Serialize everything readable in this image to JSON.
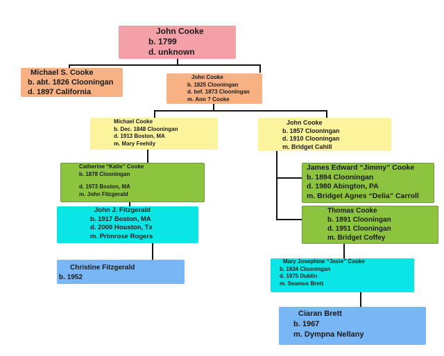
{
  "tree": {
    "john_cooke_1799": [
      "John Cooke",
      "b. 1799",
      "d. unknown"
    ],
    "michael_s_cooke": [
      "Michael S. Cooke",
      "b. abt. 1826 Clooningan",
      "d. 1897 California"
    ],
    "john_cooke_1825": [
      "John Cooke",
      "b. 1825 Clooningan",
      "d. bef. 1873 Clooningan",
      "m. Ann ? Cooke"
    ],
    "michael_cooke_1848": [
      "Michael Cooke",
      "b. Dec. 1848 Clooningan",
      "d. 1913 Boston, MA",
      "m. Mary Feehily"
    ],
    "john_cooke_1857": [
      "John Cooke",
      "b. 1857 Clooningan",
      "d. 1910 Clooningan",
      "m. Bridget Cahill"
    ],
    "catherine_cooke": [
      "Catherine “Katie” Cooke",
      "b. 1878 Clooningan",
      "d. 1973 Boston, MA",
      "m. John Fitzgerald"
    ],
    "james_edward_cooke": [
      "James Edward “Jimmy” Cooke",
      "b. 1894 Clooningan",
      "d. 1980 Abington, PA",
      "m. Bridget Agnes “Delia” Carroll"
    ],
    "john_j_fitzgerald": [
      "John J. Fitzgerald",
      "b. 1917 Boston, MA",
      "d. 2000 Houston, Tx",
      "m. Primrose Rogers"
    ],
    "thomas_cooke": [
      "Thomas Cooke",
      "b. 1891 Clooningan",
      "d. 1951 Clooningan",
      "m. Bridget Coffey"
    ],
    "christine_fitzgerald": [
      "Christine Fitzgerald",
      "b. 1952"
    ],
    "mary_josephine_cooke": [
      "Mary Josephine “Josie” Cooke",
      "b. 1934 Clooningan",
      "d. 1975 Dublin",
      "m. Seamus Brett"
    ],
    "ciaran_brett": [
      "Ciaran Brett",
      "b. 1967",
      "m. Dympna Nellany"
    ]
  },
  "colors": {
    "generation_1": "#f4a0a8",
    "generation_2": "#f8b183",
    "generation_3": "#fcf49c",
    "generation_4": "#8dc43f",
    "generation_5": "#0ae6e6",
    "generation_6": "#78b6f5"
  }
}
